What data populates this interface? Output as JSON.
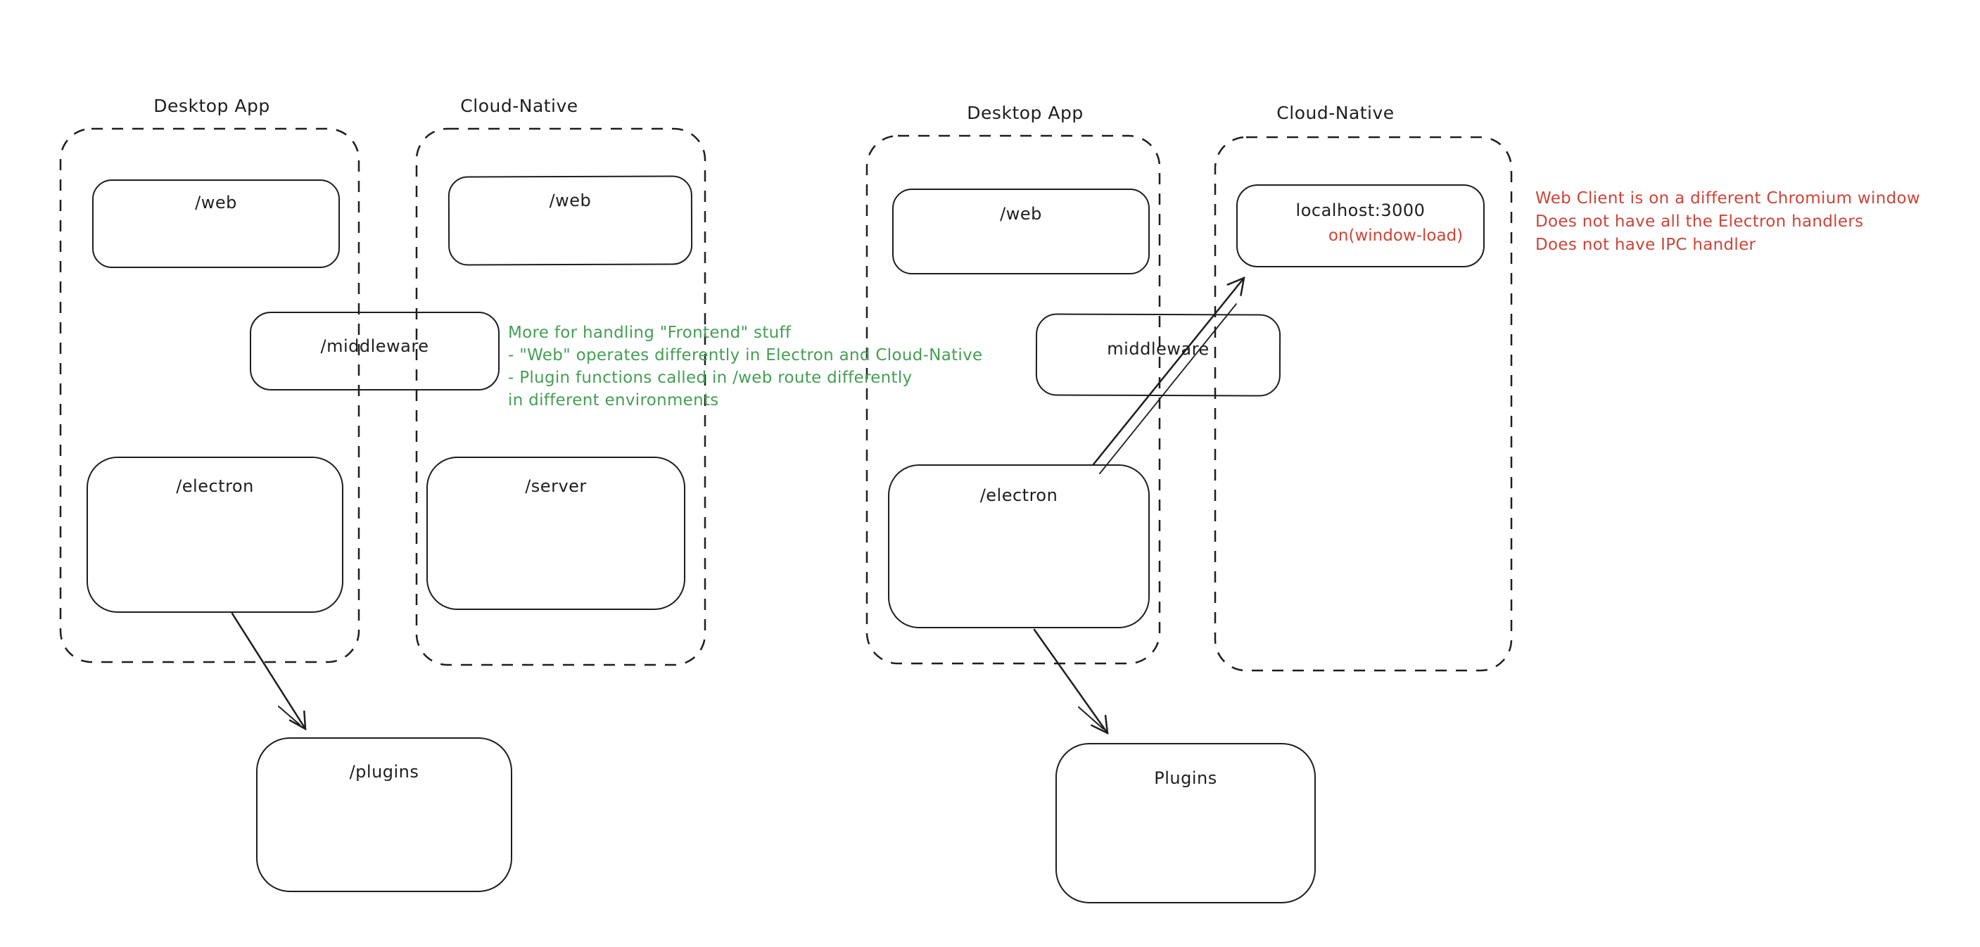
{
  "palette": {
    "ink": "#1e1e1e",
    "green": "#459e54",
    "red": "#cd4438",
    "background": "#ffffff"
  },
  "left_diagram": {
    "desktop_container_label": "Desktop App",
    "cloud_container_label": "Cloud-Native",
    "web_desktop_box": "/web",
    "web_cloud_box": "/web",
    "middleware_box": "/middleware",
    "electron_box": "/electron",
    "server_box": "/server",
    "plugins_box": "/plugins",
    "green_note_lines": [
      "More for handling \"Frontend\" stuff",
      "- \"Web\" operates differently in Electron and Cloud-Native",
      "- Plugin functions called in /web route differently",
      "in different environments"
    ]
  },
  "right_diagram": {
    "desktop_container_label": "Desktop App",
    "cloud_container_label": "Cloud-Native",
    "web_box": "/web",
    "localhost_box_title": "localhost:3000",
    "localhost_box_subtitle": "on(window-load)",
    "middleware_box": "middleware",
    "electron_box": "/electron",
    "plugins_box": "Plugins",
    "red_note_lines": [
      "Web Client is on a different Chromium window",
      "Does not have all the Electron handlers",
      "Does not have IPC handler"
    ]
  }
}
